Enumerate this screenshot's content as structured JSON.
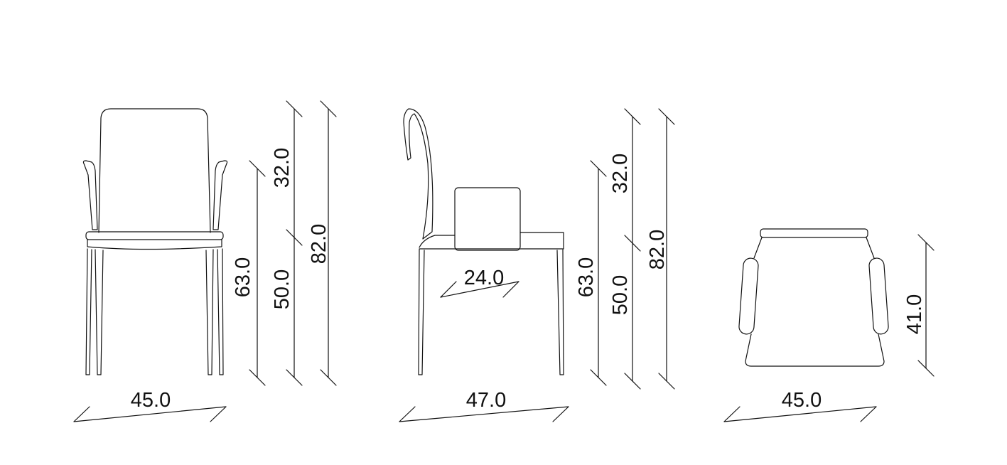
{
  "views": {
    "front": {
      "width": "45.0",
      "arm_height": "63.0",
      "seat_height": "50.0",
      "back_height": "32.0",
      "total_height": "82.0"
    },
    "side": {
      "depth": "47.0",
      "arm_length": "24.0",
      "arm_height": "63.0",
      "seat_height": "50.0",
      "back_height": "32.0",
      "total_height": "82.0"
    },
    "top": {
      "width": "45.0",
      "depth": "41.0"
    }
  }
}
